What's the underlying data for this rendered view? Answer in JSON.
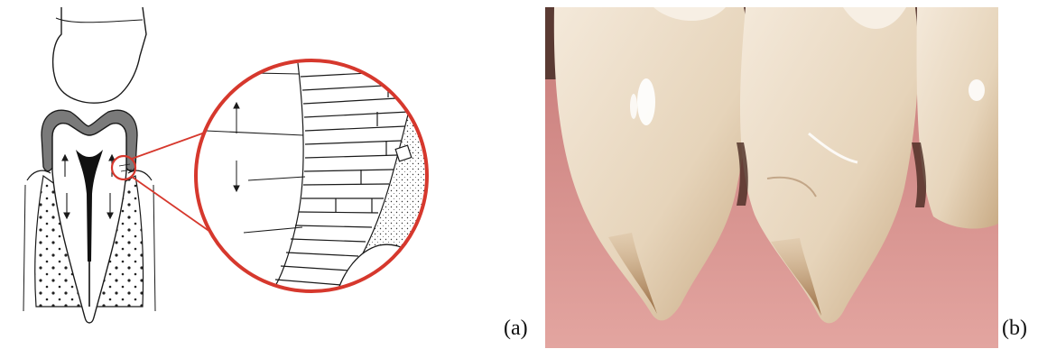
{
  "panels": [
    {
      "label": "(a)",
      "content": "line-drawing-tooth-with-magnified-detail"
    },
    {
      "label": "(b)",
      "content": "clinical-photo-cervical-tooth-lesions"
    }
  ],
  "colors": {
    "magnifier_ring": "#d6382d",
    "ink": "#1a1a1a",
    "enamel_fill": "#7a7a7a",
    "photo_gum": "#d9908c",
    "photo_tooth": "#e8d7bf",
    "photo_stain": "#a77a45"
  }
}
